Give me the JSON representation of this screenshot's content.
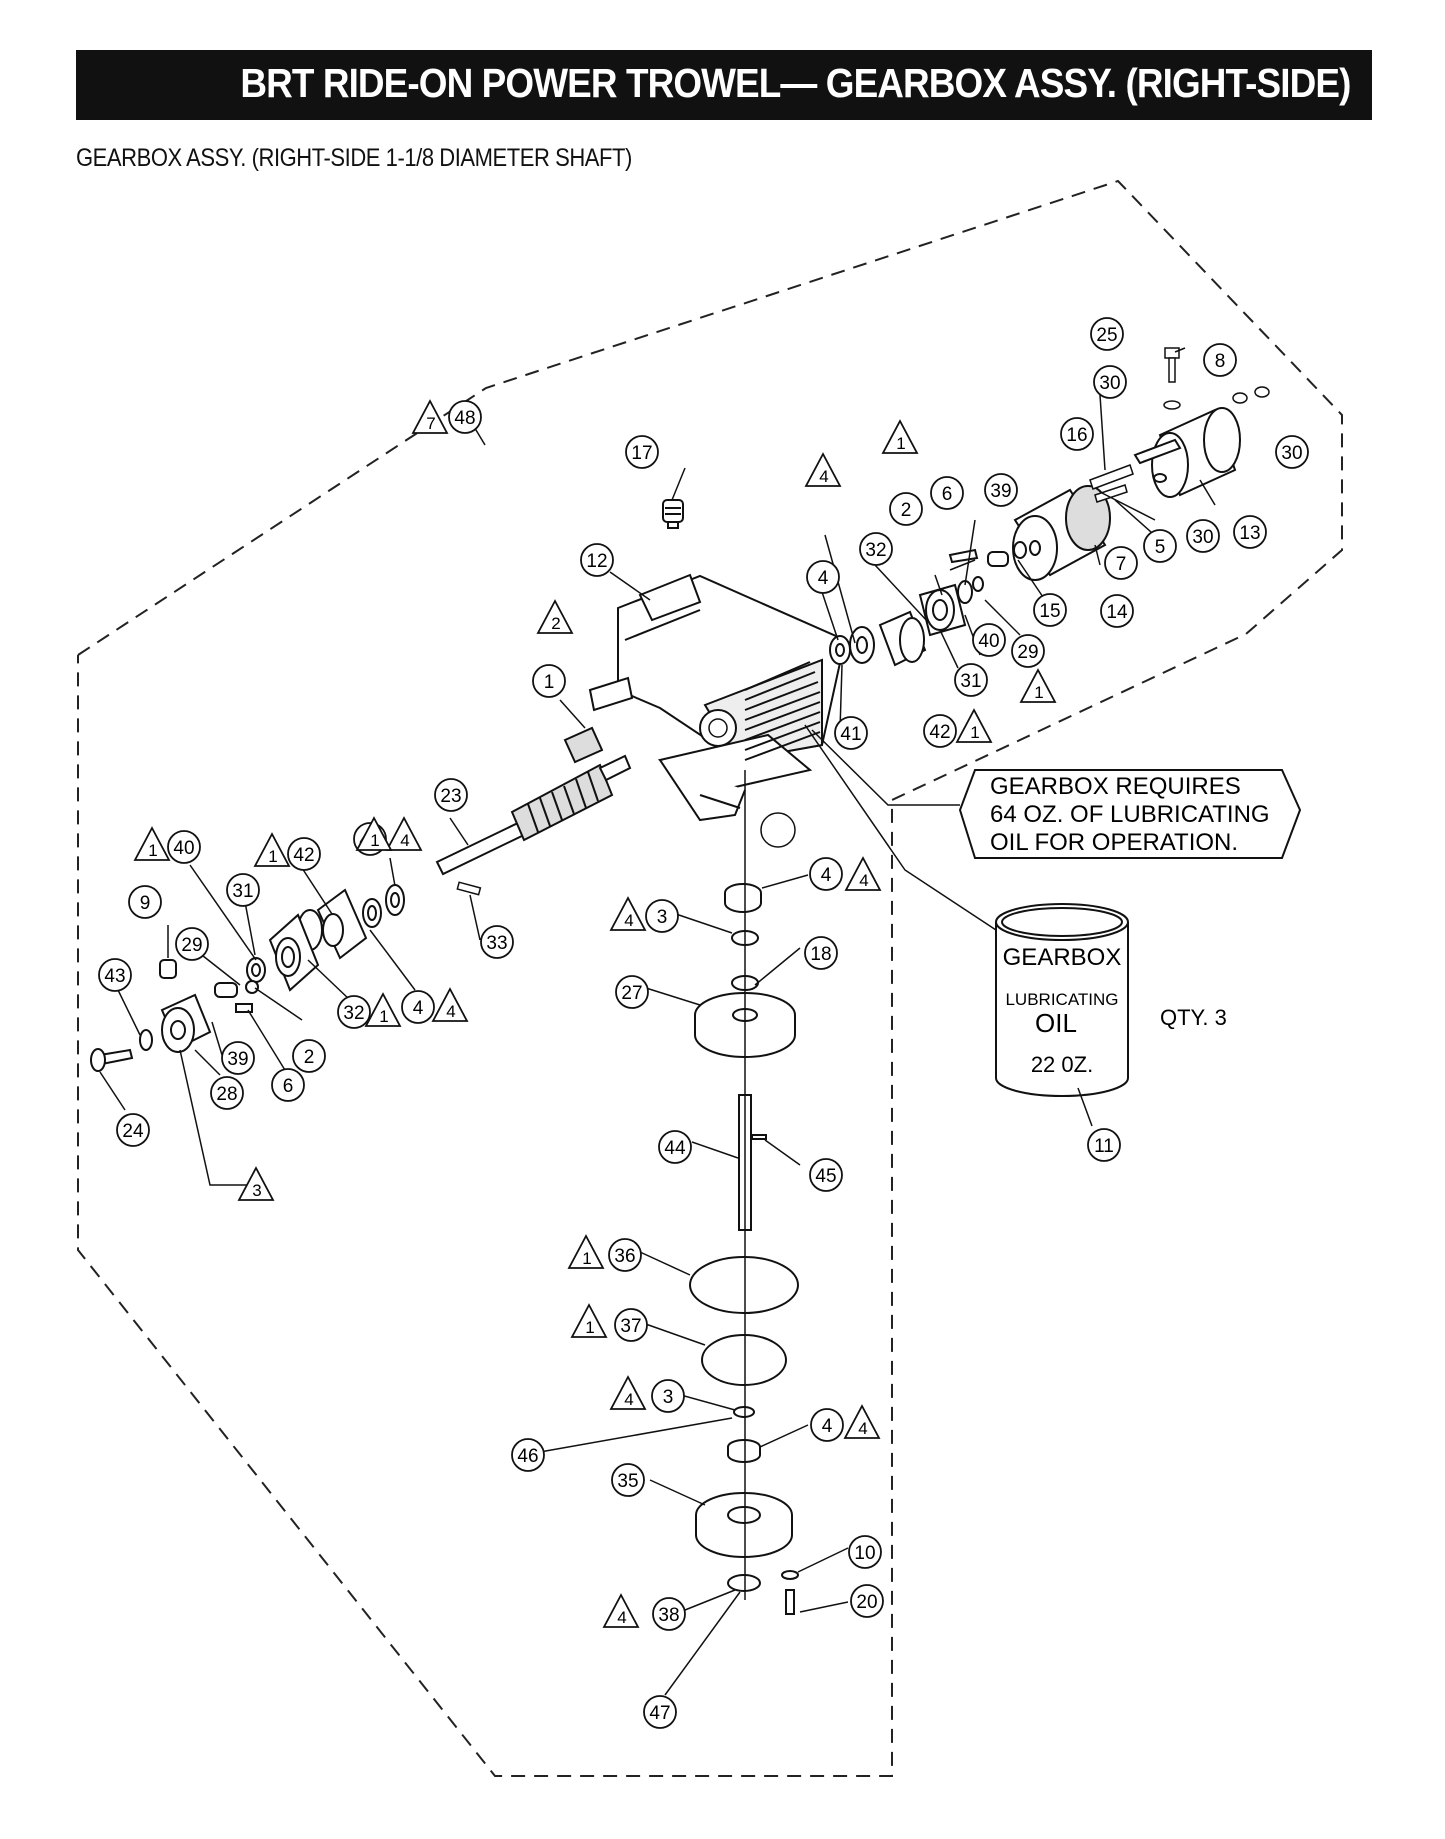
{
  "header": {
    "title": "BRT RIDE-ON POWER TROWEL— GEARBOX ASSY. (RIGHT-SIDE)"
  },
  "subheader": {
    "text": "GEARBOX ASSY. (RIGHT-SIDE 1-1/8 DIAMETER SHAFT)"
  },
  "note_box": {
    "lines": [
      "GEARBOX REQUIRES",
      "64 OZ. OF LUBRICATING",
      "OIL FOR OPERATION."
    ]
  },
  "oil_can": {
    "line1": "GEARBOX",
    "line2": "LUBRICATING",
    "line3": "OIL",
    "line4": "22 0Z.",
    "qty": "QTY. 3"
  },
  "callouts": [
    {
      "label": "25"
    },
    {
      "label": "8"
    },
    {
      "label": "30"
    },
    {
      "label": "30"
    },
    {
      "label": "16"
    },
    {
      "label": "30"
    },
    {
      "label": "13"
    },
    {
      "label": "5"
    },
    {
      "label": "7"
    },
    {
      "label": "14"
    },
    {
      "label": "15"
    },
    {
      "label": "39"
    },
    {
      "label": "6"
    },
    {
      "label": "2"
    },
    {
      "label": "32"
    },
    {
      "label": "29"
    },
    {
      "label": "40"
    },
    {
      "label": "31"
    },
    {
      "label": "4"
    },
    {
      "label": "42"
    },
    {
      "label": "41"
    },
    {
      "label": "17"
    },
    {
      "label": "12"
    },
    {
      "label": "1"
    },
    {
      "label": "48"
    },
    {
      "label": "23"
    },
    {
      "label": "41"
    },
    {
      "label": "40"
    },
    {
      "label": "42"
    },
    {
      "label": "31"
    },
    {
      "label": "9"
    },
    {
      "label": "29"
    },
    {
      "label": "43"
    },
    {
      "label": "32"
    },
    {
      "label": "4"
    },
    {
      "label": "33"
    },
    {
      "label": "39"
    },
    {
      "label": "2"
    },
    {
      "label": "28"
    },
    {
      "label": "6"
    },
    {
      "label": "24"
    },
    {
      "label": "4"
    },
    {
      "label": "3"
    },
    {
      "label": "18"
    },
    {
      "label": "27"
    },
    {
      "label": "44"
    },
    {
      "label": "45"
    },
    {
      "label": "11"
    },
    {
      "label": "36"
    },
    {
      "label": "37"
    },
    {
      "label": "3"
    },
    {
      "label": "4"
    },
    {
      "label": "46"
    },
    {
      "label": "35"
    },
    {
      "label": "10"
    },
    {
      "label": "20"
    },
    {
      "label": "38"
    },
    {
      "label": "47"
    }
  ],
  "notes": [
    {
      "label": "1"
    },
    {
      "label": "4"
    },
    {
      "label": "2"
    },
    {
      "label": "7"
    },
    {
      "label": "4"
    },
    {
      "label": "1"
    },
    {
      "label": "1"
    },
    {
      "label": "1"
    },
    {
      "label": "1"
    },
    {
      "label": "4"
    },
    {
      "label": "1"
    },
    {
      "label": "4"
    },
    {
      "label": "3"
    },
    {
      "label": "4"
    },
    {
      "label": "4"
    },
    {
      "label": "1"
    },
    {
      "label": "1"
    },
    {
      "label": "4"
    },
    {
      "label": "4"
    },
    {
      "label": "1"
    }
  ]
}
